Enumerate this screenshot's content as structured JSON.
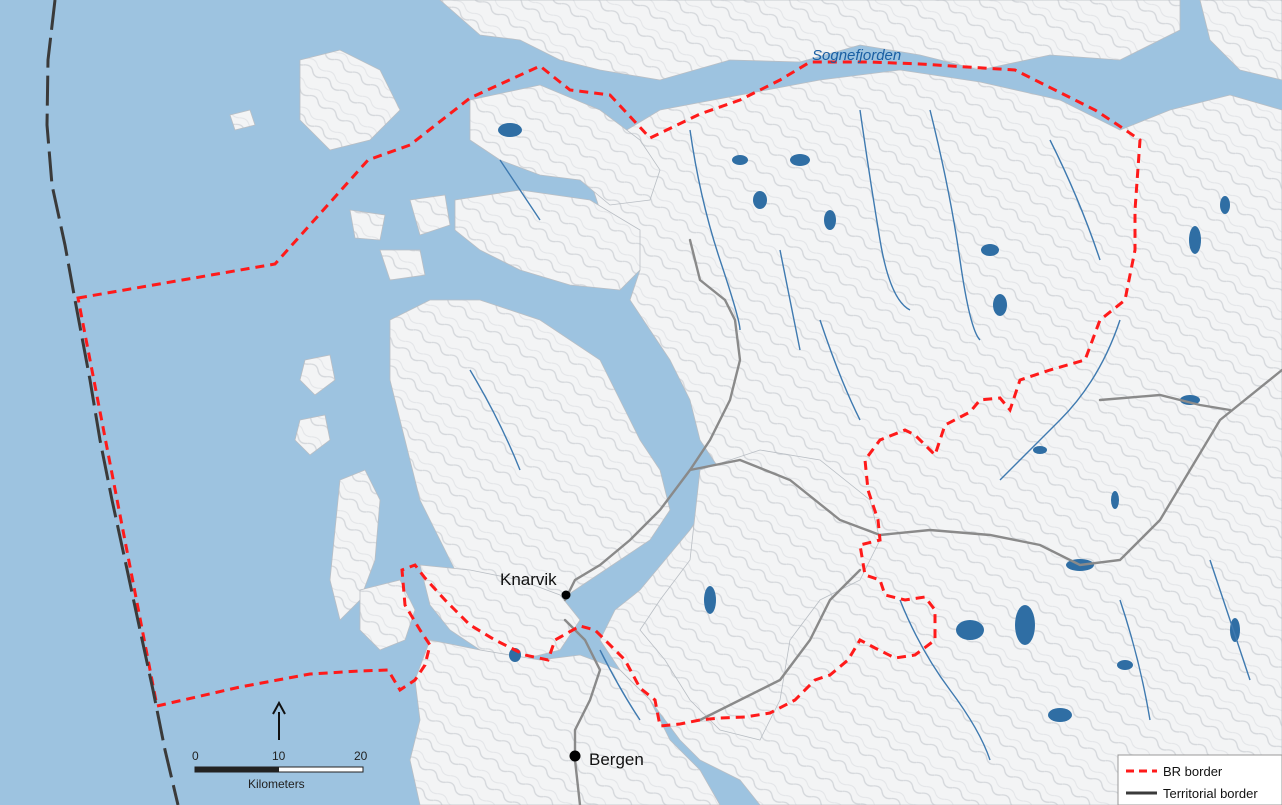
{
  "map": {
    "colors": {
      "sea": "#9dc3e0",
      "land": "#f3f4f5",
      "lakes": "#2f6ea4",
      "rivers": "#3f7ab0",
      "roads": "#8a8a8a",
      "br_border": "#ff1a1a",
      "territorial_border": "#3a3a3a"
    },
    "labels": {
      "fjord": "Sognefjorden",
      "town_1": "Knarvik",
      "town_2": "Bergen"
    },
    "north_arrow": "north-arrow-icon",
    "scale_bar": {
      "ticks": [
        "0",
        "10",
        "20"
      ],
      "unit": "Kilometers"
    },
    "legend": {
      "items": [
        {
          "label": "BR border",
          "style": "red-dashed"
        },
        {
          "label": "Territorial border",
          "style": "dark-solid"
        }
      ]
    }
  }
}
